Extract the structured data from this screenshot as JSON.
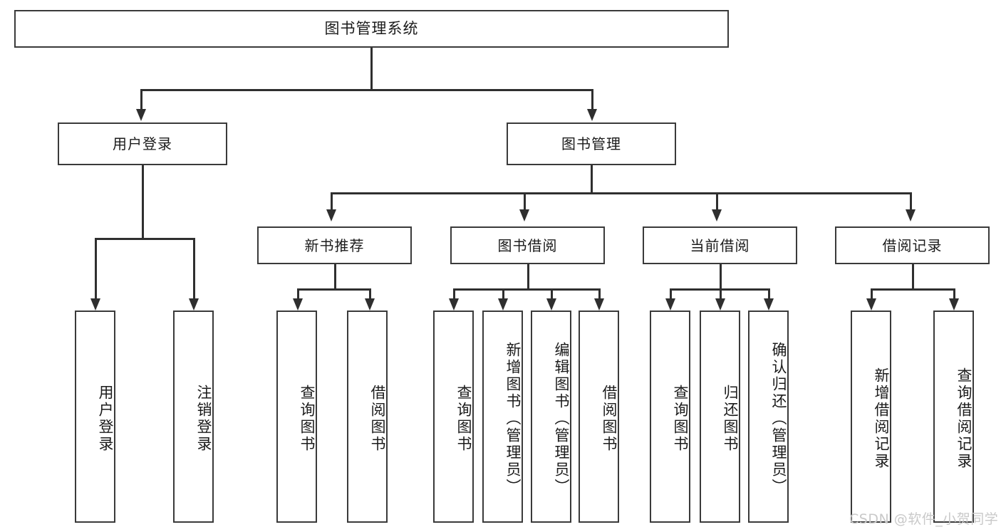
{
  "diagram": {
    "title": "图书管理系统",
    "type": "hierarchy-tree",
    "root": {
      "label": "图书管理系统"
    },
    "level2": [
      {
        "label": "用户登录"
      },
      {
        "label": "图书管理"
      }
    ],
    "level3": [
      {
        "label": "新书推荐"
      },
      {
        "label": "图书借阅"
      },
      {
        "label": "当前借阅"
      },
      {
        "label": "借阅记录"
      }
    ],
    "leaves": {
      "user_login": [
        {
          "label": "用户登录"
        },
        {
          "label": "注销登录"
        }
      ],
      "new_book_recommend": [
        {
          "label": "查询图书"
        },
        {
          "label": "借阅图书"
        }
      ],
      "book_borrow": [
        {
          "label": "查询图书"
        },
        {
          "label": "新增图书（管理员）"
        },
        {
          "label": "编辑图书（管理员）"
        },
        {
          "label": "借阅图书"
        }
      ],
      "current_borrow": [
        {
          "label": "查询图书"
        },
        {
          "label": "归还图书"
        },
        {
          "label": "确认归还（管理员）"
        }
      ],
      "borrow_record": [
        {
          "label": "新增借阅记录"
        },
        {
          "label": "查询借阅记录"
        }
      ]
    }
  },
  "watermark": {
    "text": "CSDN @软件_小贺同学"
  },
  "colors": {
    "box_border": "#3a3a3a",
    "line": "#2f2f2f",
    "background": "#ffffff",
    "text": "#1b1b1b",
    "watermark": "#c9c9c9"
  }
}
